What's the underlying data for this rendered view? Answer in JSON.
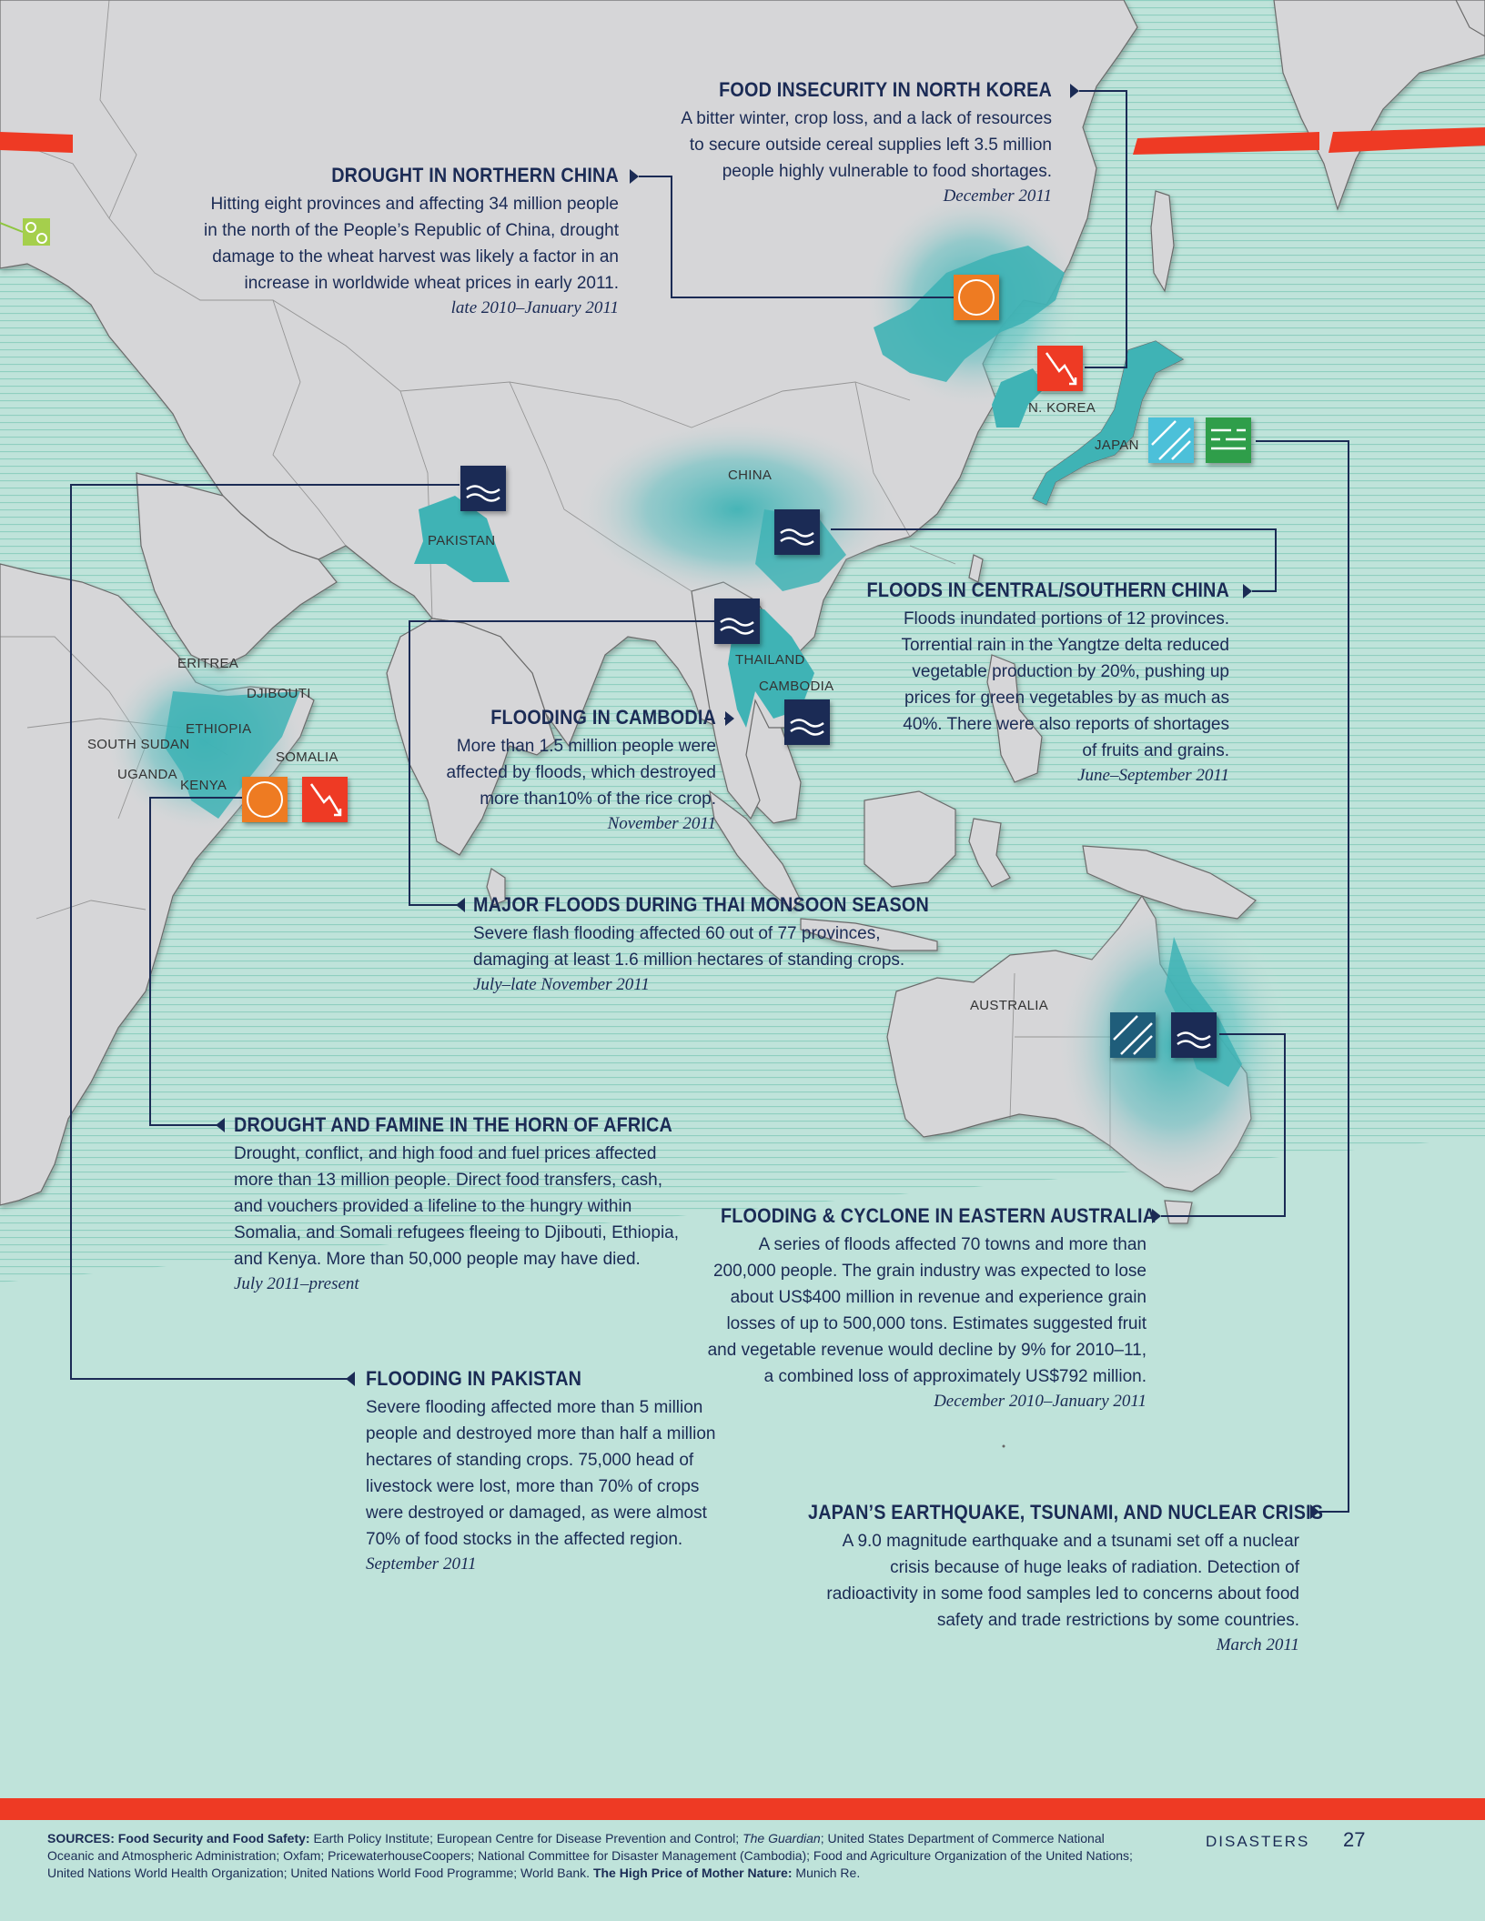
{
  "colors": {
    "ocean": "#bfe3da",
    "land": "#d6d6d8",
    "affected_land": "#3fb3b5",
    "lines": "#1b2b55",
    "accent_red": "#ee3a24",
    "icon_orange": "#ee7b22",
    "icon_navy": "#1b2b55",
    "icon_cyan": "#4cc0d9",
    "icon_green": "#2f9e4a",
    "icon_teal": "#1f5d7a"
  },
  "icons": {
    "drought": "drought-icon",
    "flood": "flood-icon",
    "food_insecurity": "food-insecurity-icon",
    "earthquake": "earthquake-icon",
    "nuclear": "nuclear-icon",
    "cyclone": "cyclone-icon",
    "disease": "disease-icon"
  },
  "map_labels": {
    "n_korea": "N. KOREA",
    "japan": "JAPAN",
    "china": "CHINA",
    "pakistan": "PAKISTAN",
    "eritrea": "ERITREA",
    "djibouti": "DJIBOUTI",
    "ethiopia": "ETHIOPIA",
    "south_sudan": "SOUTH SUDAN",
    "somalia": "SOMALIA",
    "uganda": "UGANDA",
    "kenya": "KENYA",
    "thailand": "THAILAND",
    "cambodia": "CAMBODIA",
    "australia": "AUSTRALIA"
  },
  "callouts": {
    "north_korea": {
      "title": "FOOD INSECURITY IN NORTH KOREA",
      "lines": [
        "A bitter winter, crop loss, and a lack of resources",
        "to secure outside cereal supplies left 3.5 million",
        "people highly vulnerable to food shortages."
      ],
      "date": "December 2011"
    },
    "northern_china": {
      "title": "DROUGHT IN NORTHERN CHINA",
      "lines": [
        "Hitting eight provinces and affecting 34 million people",
        "in the north of the People’s Republic of China, drought",
        "damage to the wheat harvest was likely a factor in an",
        "increase in worldwide wheat prices in early 2011."
      ],
      "date": "late 2010–January 2011"
    },
    "central_china": {
      "title": "FLOODS IN CENTRAL/SOUTHERN CHINA",
      "lines": [
        "Floods inundated portions of 12 provinces.",
        "Torrential rain in the Yangtze delta reduced",
        "vegetable production by 20%, pushing up",
        "prices for green vegetables by as much as",
        "40%. There were also reports of shortages",
        "of fruits and grains."
      ],
      "date": "June–September 2011"
    },
    "cambodia": {
      "title": "FLOODING IN CAMBODIA",
      "lines": [
        "More than 1.5 million people were",
        "affected by floods, which destroyed",
        "more than10% of the rice crop."
      ],
      "date": "November 2011"
    },
    "thai": {
      "title": "MAJOR FLOODS DURING THAI MONSOON SEASON",
      "lines": [
        "Severe flash flooding affected 60 out of 77 provinces,",
        "damaging at least 1.6 million hectares of standing crops."
      ],
      "date": "July–late November 2011"
    },
    "horn_africa": {
      "title": "DROUGHT AND FAMINE IN THE HORN OF AFRICA",
      "lines": [
        "Drought, conflict, and high food and fuel prices affected",
        "more than 13 million people. Direct food transfers, cash,",
        "and vouchers provided a lifeline to the hungry within",
        "Somalia, and Somali refugees fleeing to Djibouti, Ethiopia,",
        "and Kenya. More than 50,000 people may have died."
      ],
      "date": "July 2011–present"
    },
    "australia": {
      "title": "FLOODING & CYCLONE IN EASTERN AUSTRALIA",
      "lines": [
        "A series of floods affected 70 towns and more than",
        "200,000 people. The grain industry was expected to lose",
        "about US$400 million in revenue and experience grain",
        "losses of up to 500,000 tons. Estimates suggested fruit",
        "and vegetable revenue would decline by 9% for 2010–11,",
        "a combined loss of approximately US$792 million."
      ],
      "date": "December 2010–January 2011"
    },
    "pakistan": {
      "title": "FLOODING IN PAKISTAN",
      "lines": [
        "Severe flooding affected more than 5 million",
        "people and destroyed more than half a million",
        "hectares of standing crops. 75,000 head of",
        "livestock were lost, more than 70% of crops",
        "were destroyed or damaged,  as were almost",
        "70% of food stocks in the affected region."
      ],
      "date": "September 2011"
    },
    "japan": {
      "title": "JAPAN’S EARTHQUAKE, TSUNAMI, AND NUCLEAR CRISIS",
      "lines": [
        "A 9.0 magnitude earthquake and a tsunami set off a nuclear",
        "crisis because of huge leaks of radiation. Detection of",
        "radioactivity in some food samples led to concerns about food",
        "safety and trade restrictions by some countries."
      ],
      "date": "March 2011"
    }
  },
  "footer": {
    "sources_label": "SOURCES: Food Security and Food Safety:",
    "sources_text_1": " Earth Policy Institute; European Centre for Disease Prevention and Control; ",
    "sources_guardian": "The Guardian",
    "sources_text_2": "; United States Department of Commerce National Oceanic and Atmospheric Administration; Oxfam; PricewaterhouseCoopers; National Committee for Disaster Management (Cambodia); Food and Agriculture Organization of the United Nations; United Nations World Health Organization; United Nations World Food Programme; World Bank. ",
    "sources_label_2": "The High Price of Mother Nature:",
    "sources_text_3": " Munich Re.",
    "section": "DISASTERS",
    "page": "27"
  }
}
